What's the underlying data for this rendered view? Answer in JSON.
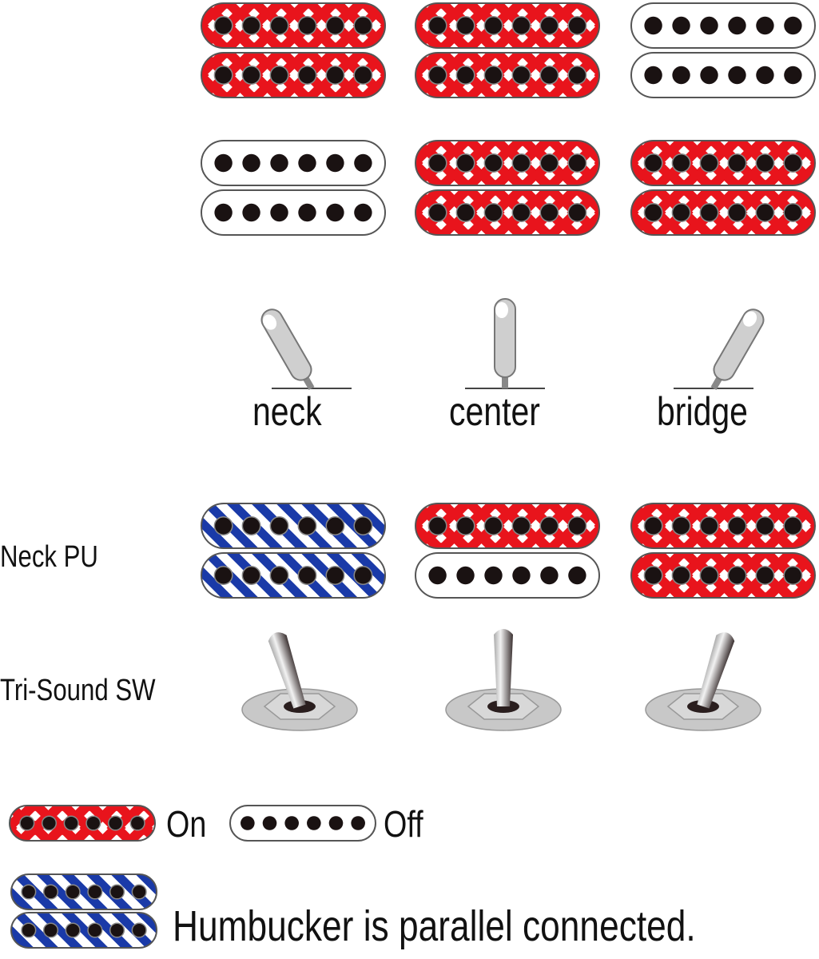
{
  "title": "",
  "colors": {
    "on_red": "#e8141c",
    "parallel_blue": "#1a3aa8",
    "pole_black": "#1a1212",
    "outline": "#555555",
    "switch_gray": "#c8c8c8"
  },
  "blade_switch": {
    "positions": [
      {
        "label": "neck",
        "angle": "left"
      },
      {
        "label": "center",
        "angle": "up"
      },
      {
        "label": "bridge",
        "angle": "right"
      }
    ]
  },
  "humbucker_rows_top": [
    [
      {
        "coils": [
          "on",
          "on"
        ]
      },
      {
        "coils": [
          "on",
          "on"
        ]
      },
      {
        "coils": [
          "off",
          "off"
        ]
      }
    ],
    [
      {
        "coils": [
          "off",
          "off"
        ]
      },
      {
        "coils": [
          "on",
          "on"
        ]
      },
      {
        "coils": [
          "on",
          "on"
        ]
      }
    ]
  ],
  "neck_pu": {
    "label": "Neck PU",
    "states": [
      {
        "coils": [
          "parallel",
          "parallel"
        ]
      },
      {
        "coils": [
          "on",
          "off"
        ]
      },
      {
        "coils": [
          "on",
          "on"
        ]
      }
    ]
  },
  "tri_sound": {
    "label": "Tri-Sound SW",
    "positions": [
      "left",
      "center",
      "right"
    ]
  },
  "legend": {
    "on_label": "On",
    "off_label": "Off",
    "parallel_note": "Humbucker is parallel connected."
  }
}
